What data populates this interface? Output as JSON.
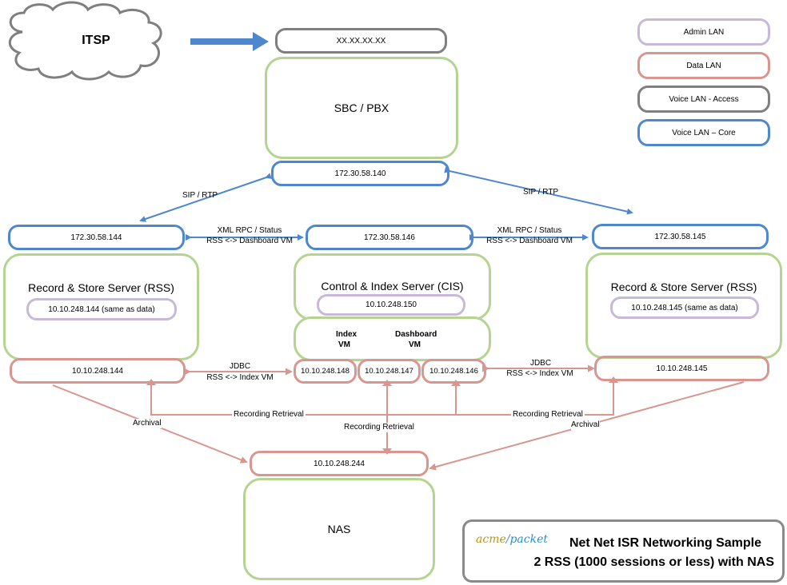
{
  "cloud": {
    "label": "ITSP"
  },
  "top": {
    "public_ip": "XX.XX.XX.XX",
    "sbc_title": "SBC / PBX",
    "sbc_ip": "172.30.58.140"
  },
  "legend": [
    {
      "label": "Admin LAN",
      "color": "#c6b9d9"
    },
    {
      "label": "Data LAN",
      "color": "#d9958f"
    },
    {
      "label": "Voice LAN - Access",
      "color": "#7f7f7f"
    },
    {
      "label": "Voice LAN – Core",
      "color": "#4f87cf"
    }
  ],
  "links": {
    "sip_left": "SIP / RTP",
    "sip_right": "SIP / RTP",
    "xml_left_1": "XML RPC / Status",
    "xml_left_2": "RSS <-> Dashboard VM",
    "xml_right_1": "XML RPC / Status",
    "xml_right_2": "RSS <-> Dashboard VM",
    "jdbc_left_1": "JDBC",
    "jdbc_left_2": "RSS <-> Index VM",
    "jdbc_right_1": "JDBC",
    "jdbc_right_2": "RSS <-> Index VM",
    "retrieval_left": "Recording Retrieval",
    "retrieval_center": "Recording Retrieval",
    "retrieval_right": "Recording Retrieval",
    "archival_left": "Archival",
    "archival_right": "Archival"
  },
  "rss_left": {
    "voice_ip": "172.30.58.144",
    "title": "Record & Store Server (RSS)",
    "admin_ip": "10.10.248.144 (same as data)",
    "data_ip": "10.10.248.144"
  },
  "cis": {
    "voice_ip": "172.30.58.146",
    "title": "Control & Index Server (CIS)",
    "admin_ip": "10.10.248.150",
    "index_vm_1": "Index",
    "index_vm_2": "VM",
    "dash_vm_1": "Dashboard",
    "dash_vm_2": "VM",
    "data_ip_1": "10.10.248.148",
    "data_ip_2": "10.10.248.147",
    "data_ip_3": "10.10.248.146"
  },
  "rss_right": {
    "voice_ip": "172.30.58.145",
    "title": "Record & Store Server (RSS)",
    "admin_ip": "10.10.248.145 (same as data)",
    "data_ip": "10.10.248.145"
  },
  "nas": {
    "data_ip": "10.10.248.244",
    "title": "NAS"
  },
  "branding": {
    "logo_part1": "acme",
    "logo_part2": "packet",
    "line1": "Net Net ISR Networking Sample",
    "line2": "2 RSS (1000 sessions or less) with NAS"
  }
}
